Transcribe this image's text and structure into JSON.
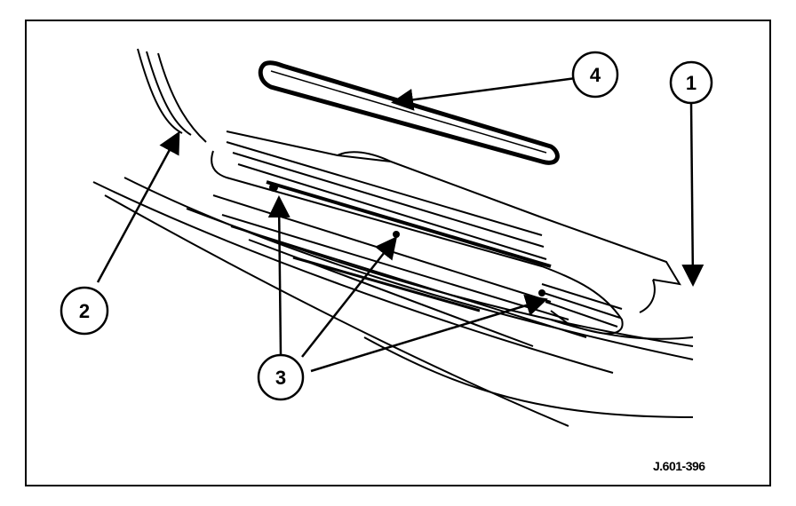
{
  "callouts": [
    {
      "id": "1",
      "label": "1"
    },
    {
      "id": "2",
      "label": "2"
    },
    {
      "id": "3",
      "label": "3"
    },
    {
      "id": "4",
      "label": "4"
    }
  ],
  "figure_id": "J.601-396",
  "colors": {
    "line": "#000000",
    "background": "#ffffff"
  }
}
